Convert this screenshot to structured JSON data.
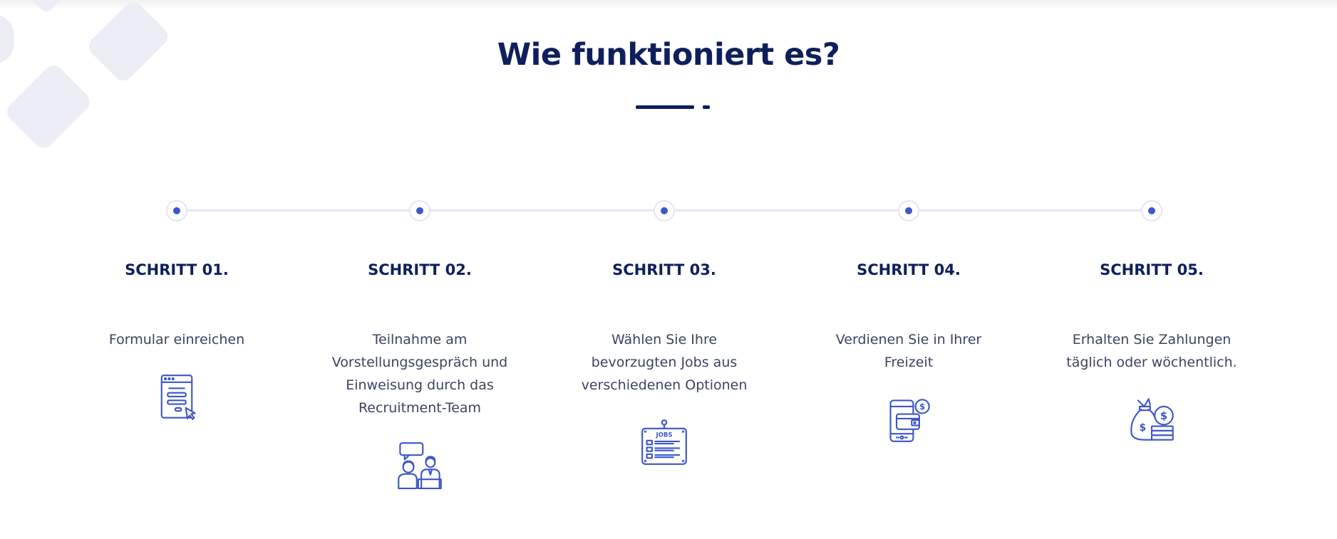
{
  "section": {
    "title": "Wie funktioniert es?"
  },
  "steps": [
    {
      "label": "SCHRITT 01.",
      "description": "Formular einreichen",
      "icon": "form-cursor-icon"
    },
    {
      "label": "SCHRITT 02.",
      "description": "Teilnahme am Vorstellungsgespräch und Einweisung durch das Recruitment-Team",
      "icon": "interview-people-icon"
    },
    {
      "label": "SCHRITT 03.",
      "description": "Wählen Sie Ihre bevorzugten Jobs aus verschiedenen Optionen",
      "icon": "jobs-board-icon"
    },
    {
      "label": "SCHRITT 04.",
      "description": "Verdienen Sie in Ihrer Freizeit",
      "icon": "phone-wallet-icon"
    },
    {
      "label": "SCHRITT 05.",
      "description": "Erhalten Sie Zahlungen täglich oder wöchentlich.",
      "icon": "money-bag-coins-icon"
    }
  ],
  "colors": {
    "primary": "#0f1f5c",
    "accent": "#3d56c9",
    "line": "#e6e8f4",
    "text": "#3c4360"
  }
}
